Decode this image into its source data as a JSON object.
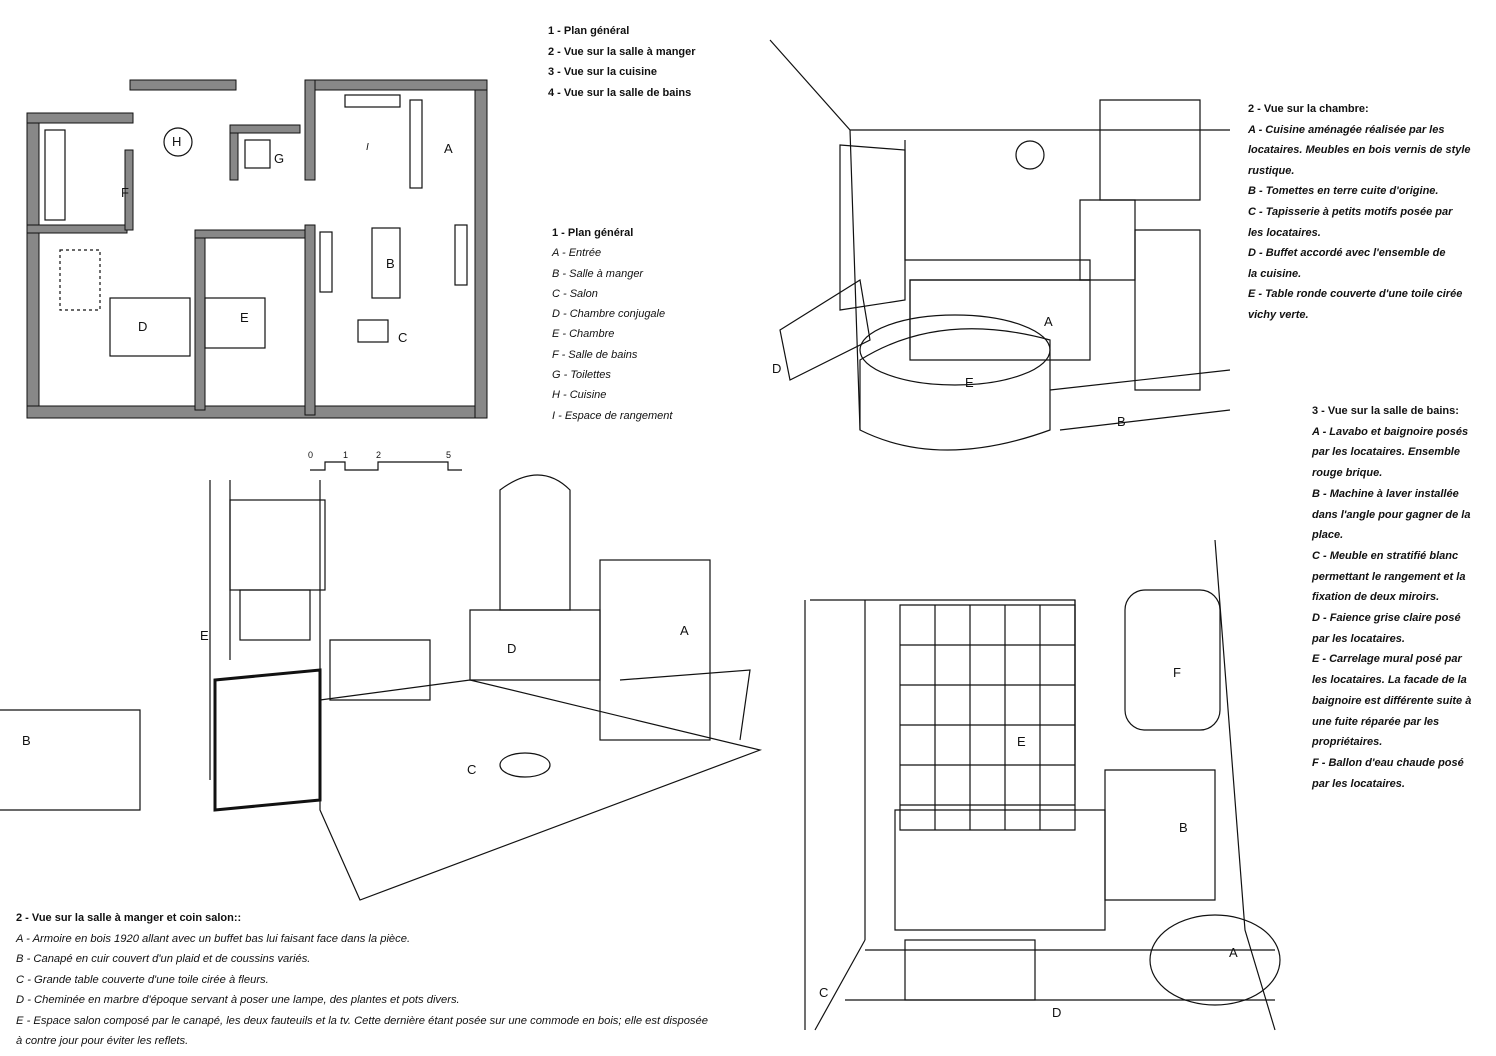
{
  "index": {
    "items": [
      "1 - Plan général",
      "2 - Vue sur la salle à manger",
      "3 - Vue sur la cuisine",
      "4 - Vue sur la salle de bains"
    ]
  },
  "plan_legend": {
    "title": "1 - Plan général",
    "items": [
      "A - Entrée",
      "B - Salle à manger",
      "C - Salon",
      "D - Chambre conjugale",
      "E - Chambre",
      "F - Salle de bains",
      "G - Toilettes",
      "H - Cuisine",
      "I - Espace de rangement"
    ]
  },
  "plan_labels": [
    "H",
    "G",
    "I",
    "A",
    "F",
    "B",
    "D",
    "E",
    "C"
  ],
  "scale_bar": [
    "0",
    "1",
    "2",
    "5"
  ],
  "kitchen": {
    "title": "2 - Vue sur la chambre:",
    "lines": [
      "A -  Cuisine aménagée réalisée par les",
      "locataires. Meubles en bois vernis de style",
      "rustique.",
      "B -  Tomettes en terre cuite d'origine.",
      "C - Tapisserie à petits motifs posée par",
      "les locataires.",
      "D -  Buffet accordé avec l'ensemble de",
      "la cuisine.",
      "E - Table ronde couverte d'une toile cirée",
      "vichy verte."
    ],
    "labels": [
      "D",
      "A",
      "E",
      "B"
    ]
  },
  "bathroom": {
    "title": "3 - Vue sur la salle de bains:",
    "lines": [
      "A - Lavabo et baignoire posés",
      "par les locataires. Ensemble",
      "rouge brique.",
      "B - Machine à laver installée",
      "dans l'angle pour gagner de la",
      "place.",
      "C -  Meuble en stratifié blanc",
      "permettant le rangement et la",
      "fixation de deux miroirs.",
      "D -  Faience grise claire posé",
      "par les locataires.",
      "E -  Carrelage mural posé par",
      "les locataires. La facade de la",
      "baignoire est différente suite à",
      "une fuite réparée par les",
      "propriétaires.",
      "F - Ballon d'eau chaude posé",
      "par les locataires."
    ],
    "labels": [
      "E",
      "F",
      "B",
      "C",
      "A",
      "D"
    ]
  },
  "dining": {
    "title": "2 - Vue sur la salle à manger et coin salon::",
    "lines": [
      "A - Armoire en bois 1920 allant avec un buffet bas lui faisant face dans la pièce.",
      "B -  Canapé en cuir couvert d'un plaid et de coussins variés.",
      "C - Grande table couverte d'une toile cirée à fleurs.",
      "D -  Cheminée en marbre d'époque servant à poser une lampe, des plantes et pots divers.",
      "E - Espace salon composé par le canapé, les deux fauteuils et la tv. Cette dernière étant posée sur une commode en bois; elle est disposée",
      "à contre jour pour éviter les reflets."
    ],
    "labels": [
      "E",
      "A",
      "D",
      "B",
      "C"
    ]
  }
}
